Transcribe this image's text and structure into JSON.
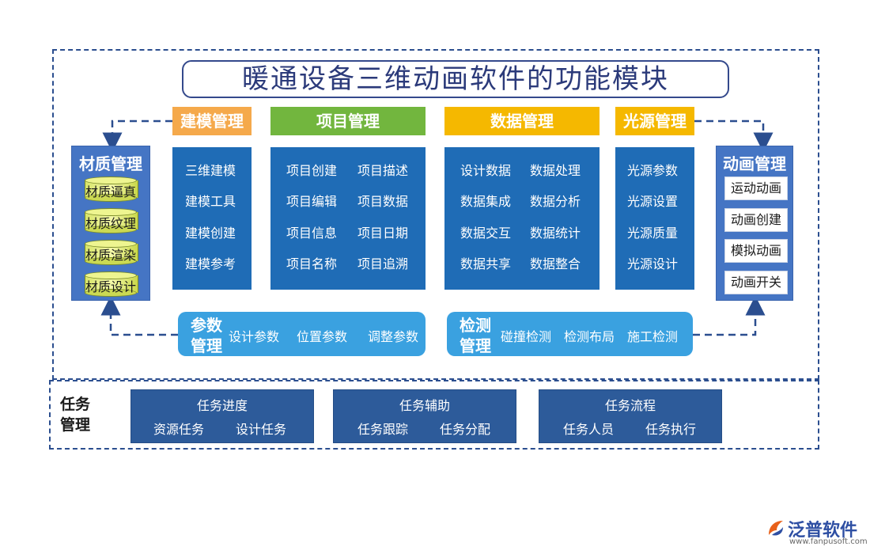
{
  "title": "暖通设备三维动画软件的功能模块",
  "colors": {
    "frame": "#2b4e8f",
    "modeling_header": "#f5a94b",
    "project_header": "#72b63e",
    "data_header": "#f5b800",
    "light_header": "#f5b800",
    "panel": "#1f6cb6",
    "side": "#4575c4",
    "pill": "#3aa1e0",
    "task_box": "#2d5b9a"
  },
  "modules": {
    "modeling": {
      "header": "建模管理",
      "items": [
        "三维建模",
        "建模工具",
        "建模创建",
        "建模参考"
      ]
    },
    "project": {
      "header": "项目管理",
      "items": [
        "项目创建",
        "项目描述",
        "项目编辑",
        "项目数据",
        "项目信息",
        "项目日期",
        "项目名称",
        "项目追溯"
      ]
    },
    "data": {
      "header": "数据管理",
      "items": [
        "设计数据",
        "数据处理",
        "数据集成",
        "数据分析",
        "数据交互",
        "数据统计",
        "数据共享",
        "数据整合"
      ]
    },
    "light": {
      "header": "光源管理",
      "items": [
        "光源参数",
        "光源设置",
        "光源质量",
        "光源设计"
      ]
    }
  },
  "material": {
    "title": "材质管理",
    "items": [
      "材质逼真",
      "材质纹理",
      "材质渲染",
      "材质设计"
    ]
  },
  "animation": {
    "title": "动画管理",
    "items": [
      "运动动画",
      "动画创建",
      "模拟动画",
      "动画开关"
    ]
  },
  "params": {
    "title_line1": "参数",
    "title_line2": "管理",
    "items": [
      "设计参数",
      "位置参数",
      "调整参数"
    ]
  },
  "detect": {
    "title_line1": "检测",
    "title_line2": "管理",
    "items": [
      "碰撞检测",
      "检测布局",
      "施工检测"
    ]
  },
  "task": {
    "label_line1": "任务",
    "label_line2": "管理",
    "boxes": [
      {
        "title": "任务进度",
        "items": [
          "资源任务",
          "设计任务"
        ]
      },
      {
        "title": "任务辅助",
        "items": [
          "任务跟踪",
          "任务分配"
        ]
      },
      {
        "title": "任务流程",
        "items": [
          "任务人员",
          "任务执行"
        ]
      }
    ]
  },
  "logo": {
    "name": "泛普软件",
    "url": "www.fanpusoft.com",
    "icon": "fanpu-logo-icon"
  }
}
